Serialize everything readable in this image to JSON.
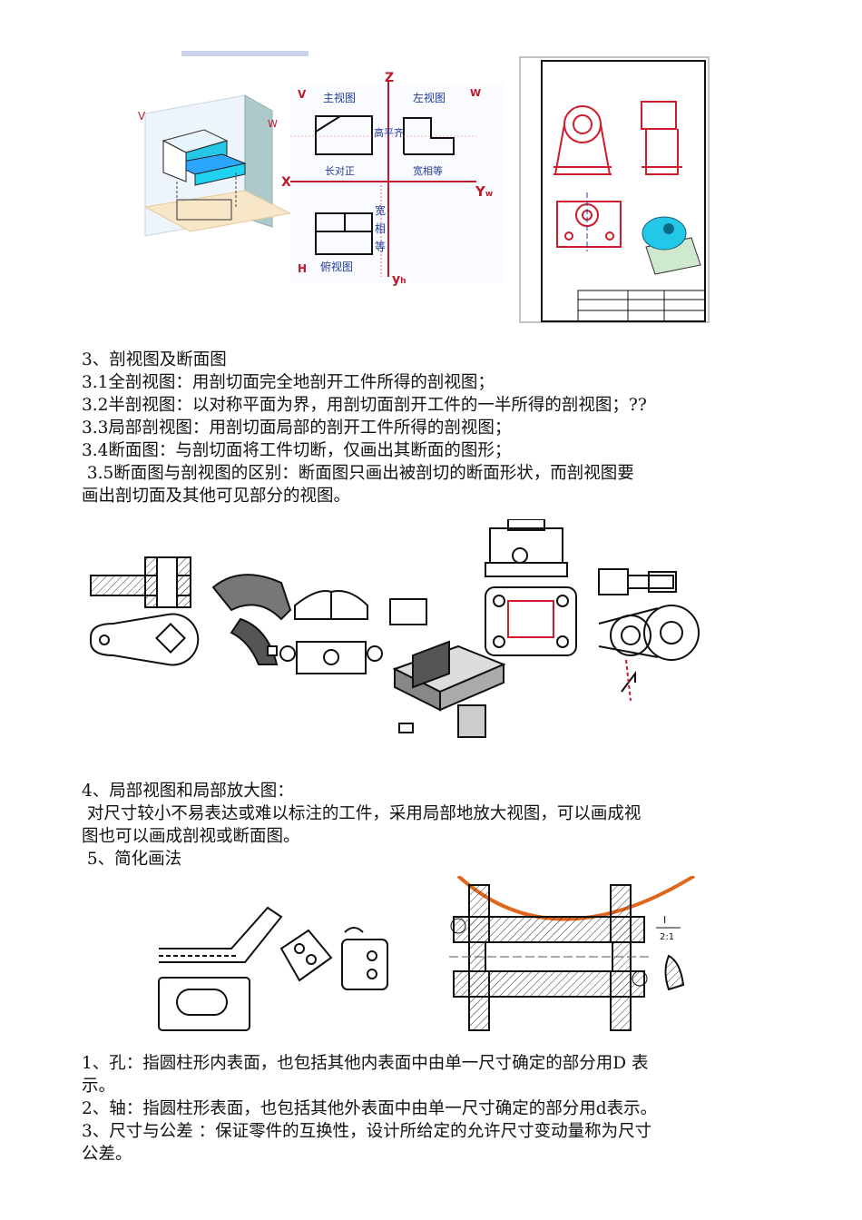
{
  "top_figure": {
    "axis_v_left": "V",
    "axis_w_left": "W",
    "axis_z": "Z",
    "axis_v": "V",
    "axis_w": "W",
    "axis_x": "X",
    "axis_yw": "Y",
    "axis_yw_sub": "w",
    "axis_h": "H",
    "axis_yh": "y",
    "axis_yh_sub": "h",
    "front_view": "主视图",
    "left_view": "左视图",
    "top_view": "俯视图",
    "height_align": "高平齐",
    "length_align": "长对正",
    "width_equal": "宽相等",
    "width_equal_vertical": [
      "宽",
      "相",
      "等"
    ]
  },
  "section3": {
    "heading": "3、剖视图及断面图",
    "lines": [
      "3.1全剖视图：用剖切面完全地剖开工件所得的剖视图；",
      "3.2半剖视图：以对称平面为界，用剖切面剖开工件的一半所得的剖视图；??",
      "3.3局部剖视图：用剖切面局部的剖开工件所得的剖视图；",
      "3.4断面图：与剖切面将工件切断，仅画出其断面的图形；",
      " 3.5断面图与剖视图的区别：断面图只画出被剖切的断面形状，而剖视图要",
      "画出剖切面及其他可见部分的视图。"
    ]
  },
  "section4": {
    "heading": "4、局部视图和局部放大图：",
    "lines": [
      " 对尺寸较小不易表达或难以标注的工件，采用局部地放大视图，可以画成视",
      "图也可以画成剖视或断面图。"
    ]
  },
  "section5": {
    "heading": " 5、简化画法",
    "detail_label": "I",
    "scale_label": "2:1"
  },
  "definitions": {
    "lines": [
      "1、孔：指圆柱形内表面，也包括其他内表面中由单一尺寸确定的部分用D 表",
      "示。",
      "2、轴：指圆柱形表面，也包括其他外表面中由单一尺寸确定的部分用d表示。",
      "3、尺寸与公差 ：保证零件的互换性，设计所给定的允许尺寸变动量称为尺寸",
      "公差。"
    ]
  },
  "colors": {
    "accent_blue": "#1f3c99",
    "axis_red": "#c0182b",
    "cad_red": "#d11a2a",
    "cyan": "#23c7e8",
    "orange": "#e0661c"
  }
}
